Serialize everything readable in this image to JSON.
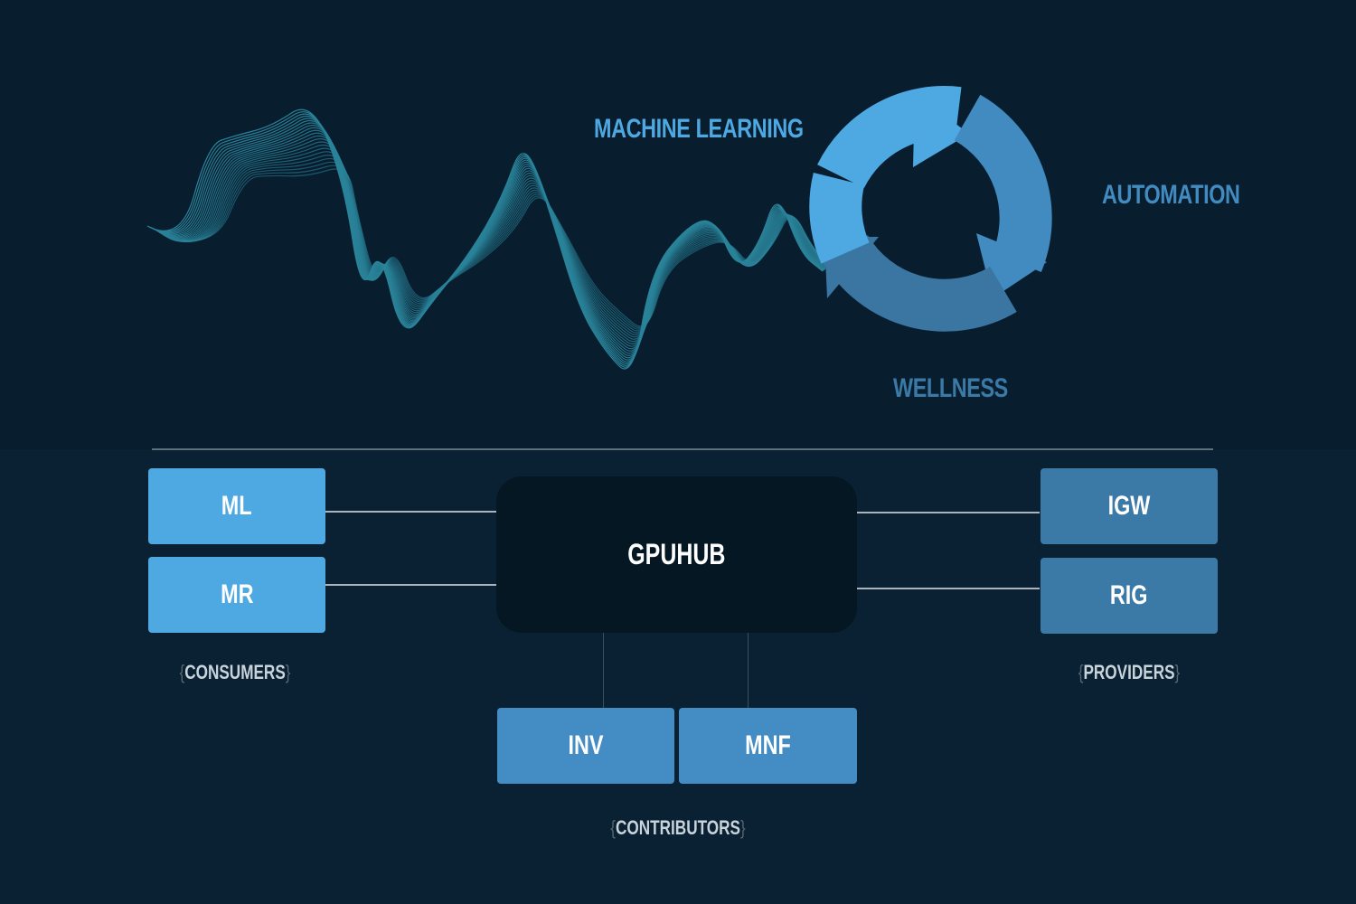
{
  "labels": {
    "machine_learning": "MACHINE LEARNING",
    "automation": "AUTOMATION",
    "wellness": "WELLNESS"
  },
  "hub": {
    "label": "GPUHUB"
  },
  "consumers": {
    "items": [
      "ML",
      "MR"
    ],
    "group_label": "CONSUMERS"
  },
  "providers": {
    "items": [
      "IGW",
      "RIG"
    ],
    "group_label": "PROVIDERS"
  },
  "contributors": {
    "items": [
      "INV",
      "MNF"
    ],
    "group_label": "CONTRIBUTORS"
  },
  "braces": {
    "open": "{",
    "close": "}"
  },
  "icons": {
    "wave": "waveform-graphic",
    "cycle": "refresh-cycle-icon"
  },
  "colors": {
    "top_background": "#081e2f",
    "bottom_background": "#0a2134",
    "consumer_box": "#4ea9e3",
    "provider_box": "#3b79a6",
    "contributor_box": "#438cc4",
    "hub_box": "#051722",
    "wave_stroke": "#2e8fa6",
    "label_blue": "#4ea9e3"
  }
}
